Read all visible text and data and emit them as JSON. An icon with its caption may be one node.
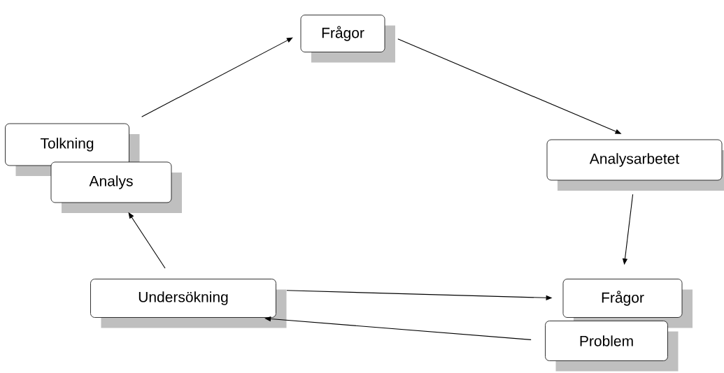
{
  "diagram": {
    "nodes": [
      {
        "text": [
          "Frågor"
        ]
      },
      {
        "text": [
          "Tolkning"
        ]
      },
      {
        "text": [
          "Analys"
        ]
      },
      {
        "text": [
          "Analysarbetet"
        ]
      },
      {
        "text": [
          "Undersökning"
        ]
      },
      {
        "text": [
          "Frågor"
        ]
      },
      {
        "text": [
          "Problem"
        ]
      }
    ],
    "edges": [
      {
        "from": 1,
        "to": 0,
        "arrow": "to"
      },
      {
        "from": 0,
        "to": 3,
        "arrow": "to"
      },
      {
        "from": 3,
        "to": 5,
        "arrow": "to"
      },
      {
        "from": 4,
        "to": 5,
        "arrow": "to"
      },
      {
        "from": 6,
        "to": 4,
        "arrow": "to"
      },
      {
        "from": 4,
        "to": 2,
        "arrow": "to"
      }
    ]
  }
}
